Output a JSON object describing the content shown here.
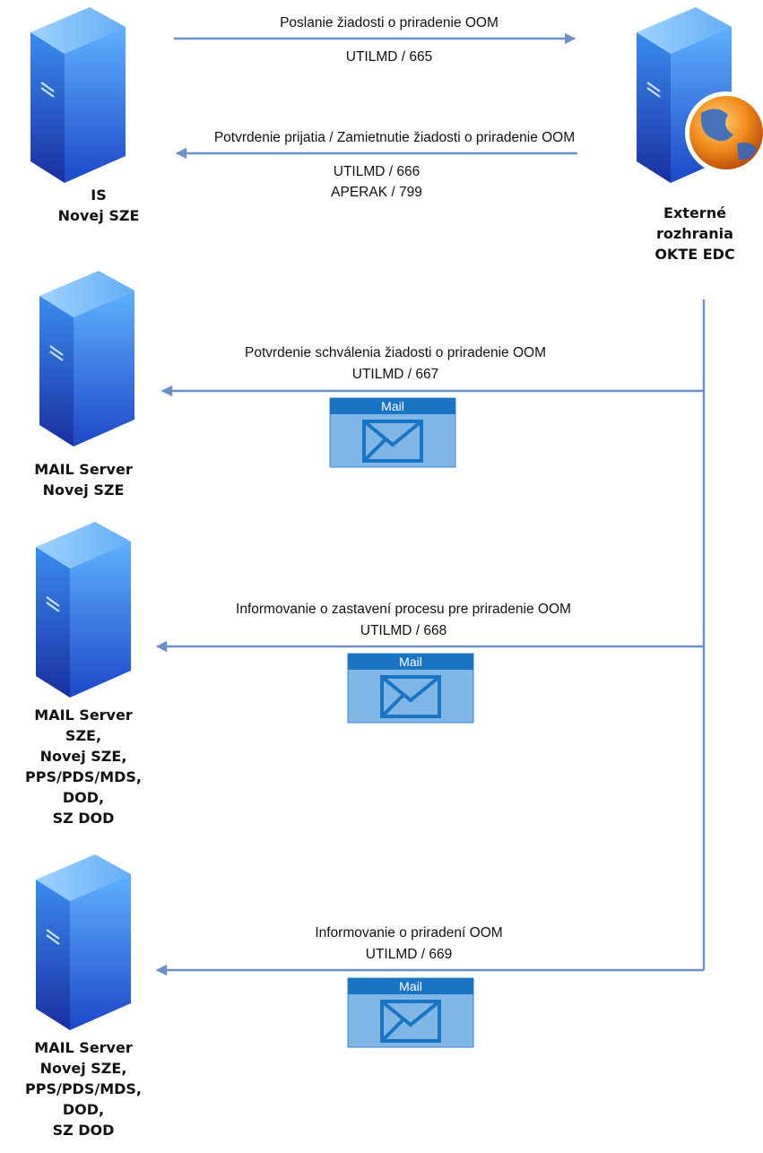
{
  "nodes": {
    "is": {
      "label": "IS\nNovej SZE"
    },
    "okte": {
      "label": "Externé\nrozhrania\nOKTE EDC"
    },
    "mail1": {
      "label": "MAIL Server\nNovej SZE"
    },
    "mail2": {
      "label": "MAIL Server\nSZE,\nNovej SZE,\nPPS/PDS/MDS,\nDOD,\nSZ DOD"
    },
    "mail3": {
      "label": "MAIL Server\nNovej SZE,\nPPS/PDS/MDS,\nDOD,\nSZ DOD"
    }
  },
  "flows": {
    "f1": {
      "title": "Poslanie žiadosti o priradenie OOM",
      "code": "UTILMD / 665"
    },
    "f2": {
      "title": "Potvrdenie prijatia / Zamietnutie žiadosti o priradenie OOM",
      "code1": "UTILMD / 666",
      "code2": "APERAK / 799"
    },
    "f3": {
      "title": "Potvrdenie schválenia žiadosti o priradenie OOM",
      "code": "UTILMD / 667"
    },
    "f4": {
      "title": "Informovanie o zastavení procesu pre priradenie OOM",
      "code": "UTILMD / 668"
    },
    "f5": {
      "title": "Informovanie o priradení OOM",
      "code": "UTILMD / 669"
    }
  },
  "mail_icon": {
    "label": "Mail",
    "icon": "mail-envelope-icon"
  },
  "server_icon": "server-tower-icon",
  "globe_icon": "globe-icon",
  "colors": {
    "line": "#6b8fc7",
    "mail_header": "#1a74c4",
    "mail_body": "#80b6e6",
    "server_front": "#2f7de0"
  }
}
